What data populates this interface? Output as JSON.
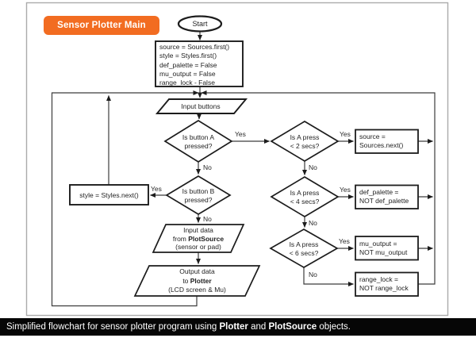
{
  "title_badge": "Sensor Plotter Main",
  "caption": {
    "pre": "Simplified flowchart for sensor plotter program using ",
    "plotter": "Plotter",
    "mid": " and ",
    "plotsource": "PlotSource",
    "post": " objects."
  },
  "labels": {
    "yes": "Yes",
    "no": "No"
  },
  "nodes": {
    "start": "Start",
    "init": {
      "lines": [
        "source = Sources.first()",
        "style = Styles.first()",
        "def_palette = False",
        "mu_output = False",
        "range_lock - False"
      ]
    },
    "input_buttons": "Input buttons",
    "btn_a": {
      "l1": "Is button A",
      "l2": "pressed?"
    },
    "btn_b": {
      "l1": "Is button B",
      "l2": "pressed?"
    },
    "press2": {
      "l1": "Is A press",
      "l2": "< 2 secs?"
    },
    "press4": {
      "l1": "Is A press",
      "l2": "< 4 secs?"
    },
    "press6": {
      "l1": "Is A press",
      "l2": "< 6 secs?"
    },
    "source_next": {
      "l1": "source =",
      "l2": "Sources.next()"
    },
    "def_palette": {
      "l1": "def_palette =",
      "l2": "NOT def_palette"
    },
    "mu_output": {
      "l1": "mu_output =",
      "l2": "NOT mu_output"
    },
    "range_lock": {
      "l1": "range_lock =",
      "l2": "NOT range_lock"
    },
    "style_next": "style = Styles.next()",
    "input_data": {
      "l1": "Input data",
      "l2_pre": "from ",
      "l2_bold": "PlotSource",
      "l3": "(sensor or pad)"
    },
    "output_data": {
      "l1": "Output data",
      "l2_pre": "to ",
      "l2_bold": "Plotter",
      "l3": "(LCD screen & Mu)"
    }
  },
  "colors": {
    "badge_orange": "#f26c21",
    "caption_bg": "#060606",
    "shape_stroke": "#1c1c1c",
    "connector": "#3c3c3c",
    "frame_border": "#ababab"
  }
}
